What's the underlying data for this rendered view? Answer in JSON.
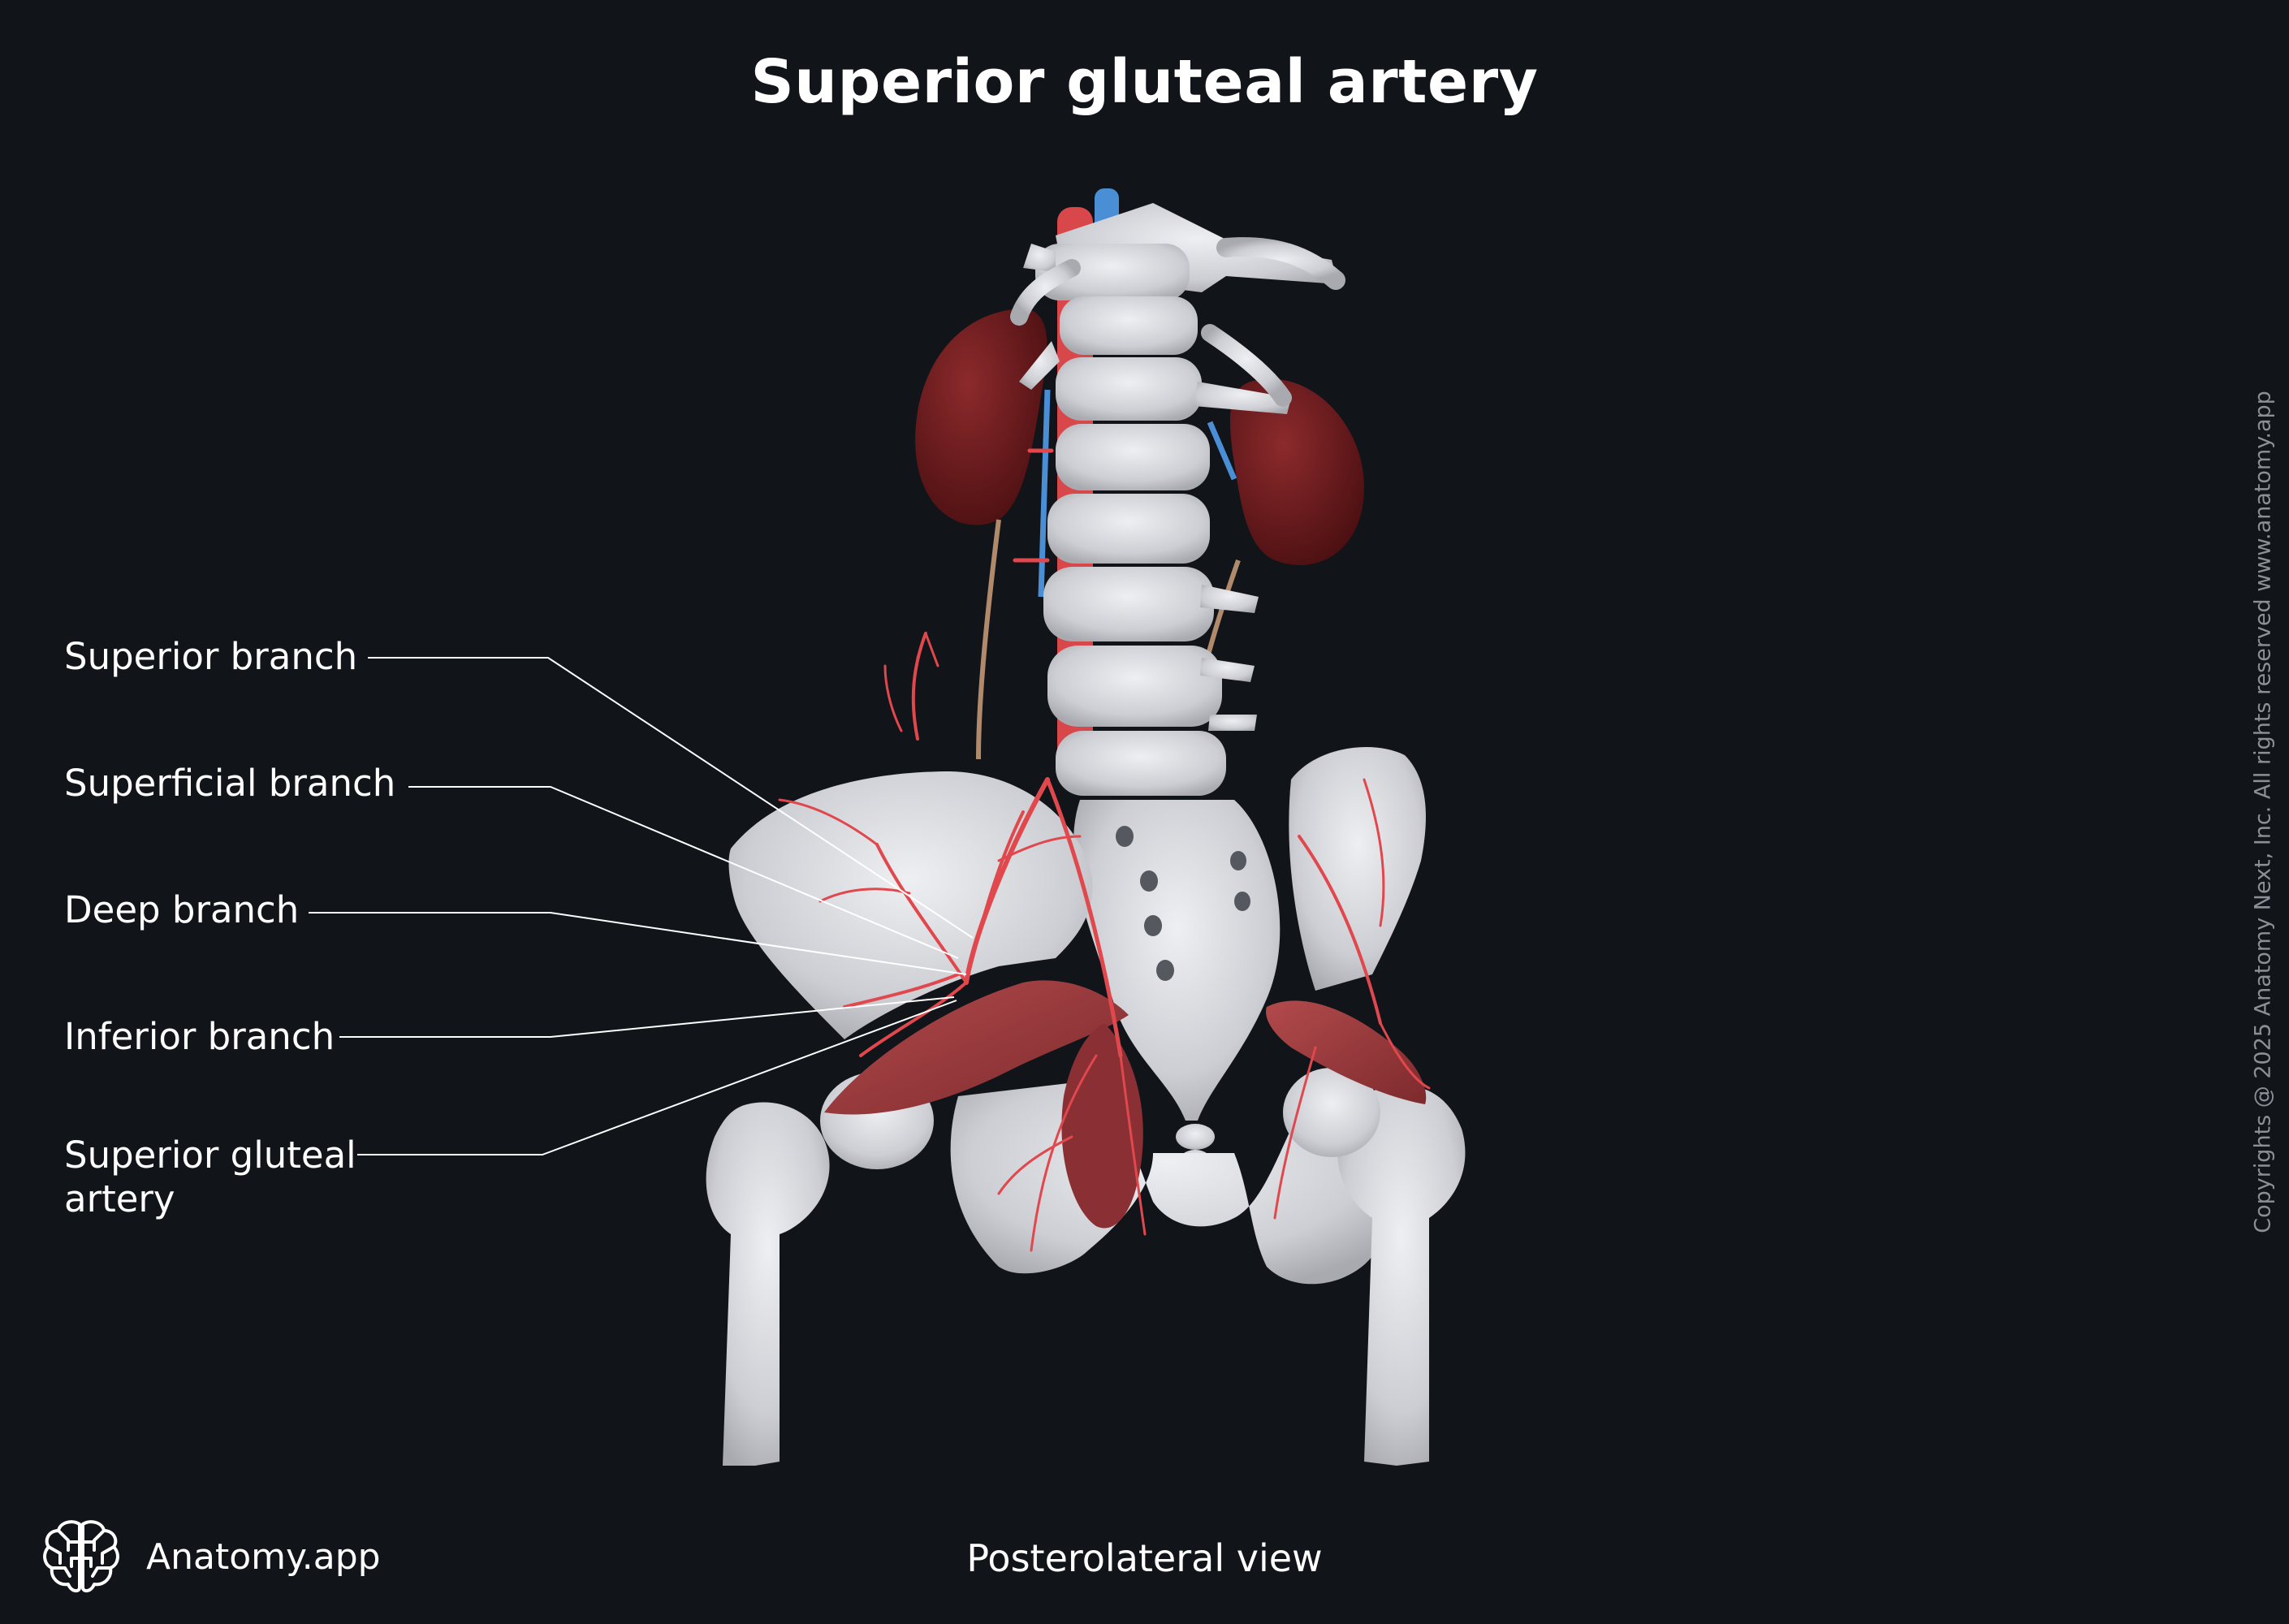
{
  "title": "Superior gluteal artery",
  "labels": [
    {
      "text": "Superior branch"
    },
    {
      "text": "Superficial branch"
    },
    {
      "text": "Deep branch"
    },
    {
      "text": "Inferior branch"
    },
    {
      "text": "Superior gluteal\nartery"
    }
  ],
  "view_caption": "Posterolateral view",
  "brand": {
    "name": "Anatomy.app",
    "icon": "brain-icon"
  },
  "copyright": "Copyrights @ 2025 Anatomy Next, Inc. All rights reserved www.anatomy.app",
  "colors": {
    "background": "#111419",
    "bone": "#d7d8dc",
    "artery": "#e0484d",
    "vein": "#4a8fd6",
    "muscle": "#9b3a3d",
    "kidney": "#6b1a1c",
    "leader_line": "#ffffff"
  }
}
